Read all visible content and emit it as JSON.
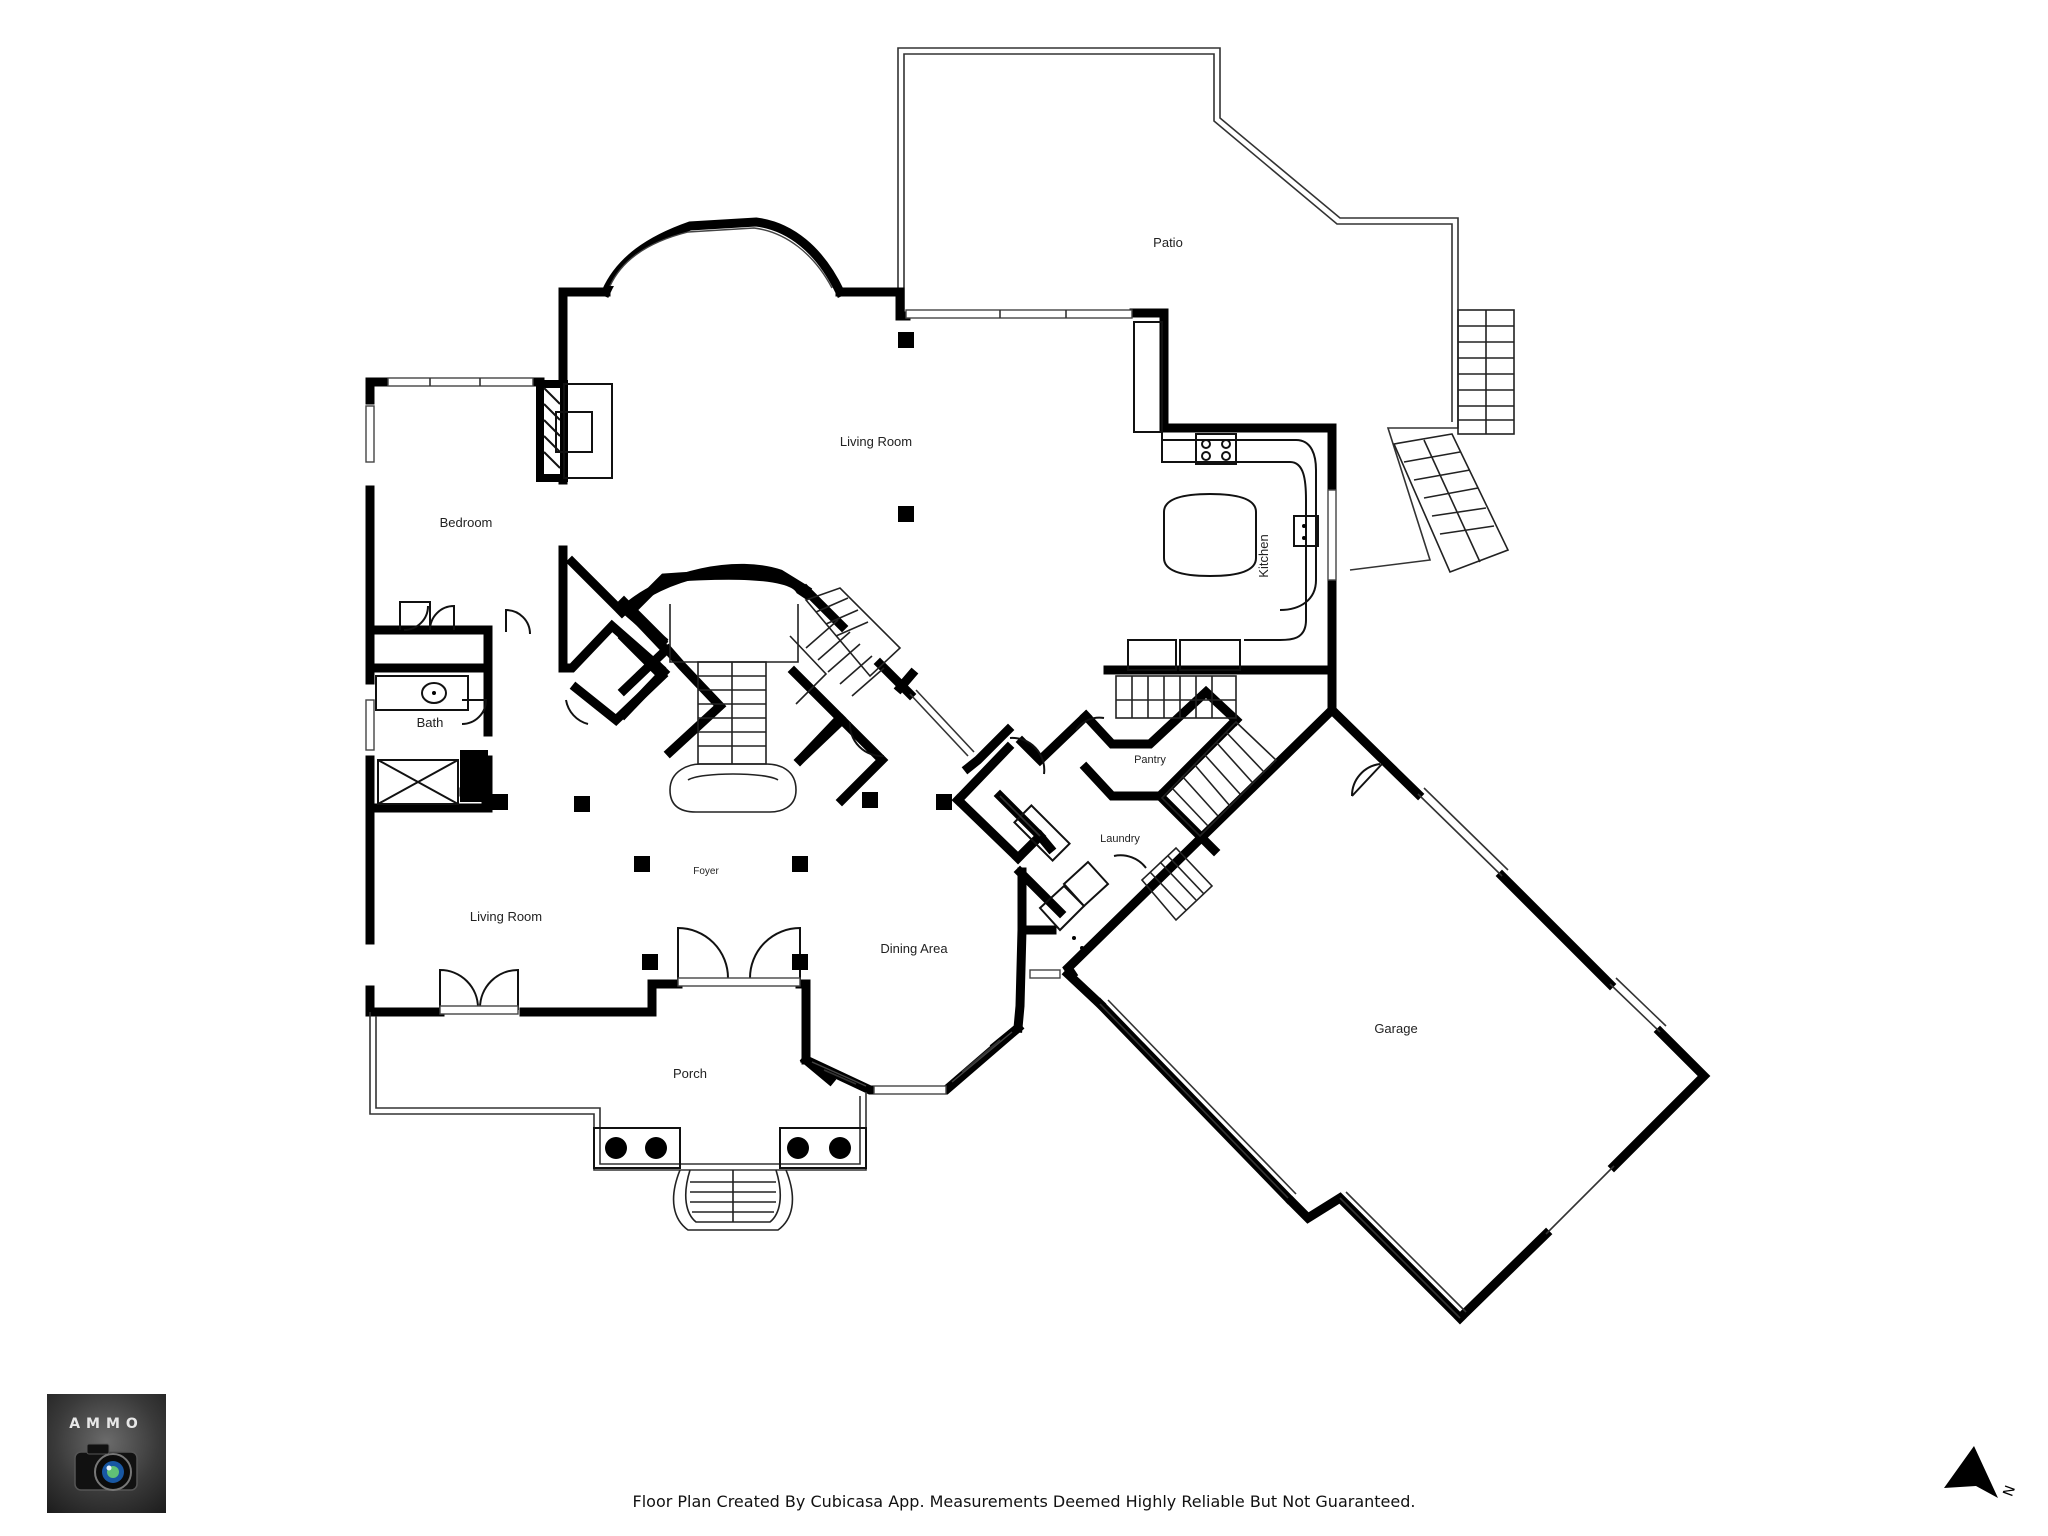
{
  "rooms": {
    "patio": "Patio",
    "living_room_main": "Living Room",
    "bedroom": "Bedroom",
    "kitchen": "Kitchen",
    "bath": "Bath",
    "pantry": "Pantry",
    "laundry": "Laundry",
    "foyer": "Foyer",
    "living_room_front": "Living Room",
    "dining_area": "Dining Area",
    "garage": "Garage",
    "porch": "Porch"
  },
  "footer": {
    "note": "Floor Plan Created By Cubicasa App. Measurements Deemed Highly Reliable But Not Guaranteed."
  },
  "logo": {
    "text": "AMMO",
    "icon": "camera-icon"
  },
  "compass": {
    "letter": "N",
    "icon": "north-arrow-icon"
  }
}
